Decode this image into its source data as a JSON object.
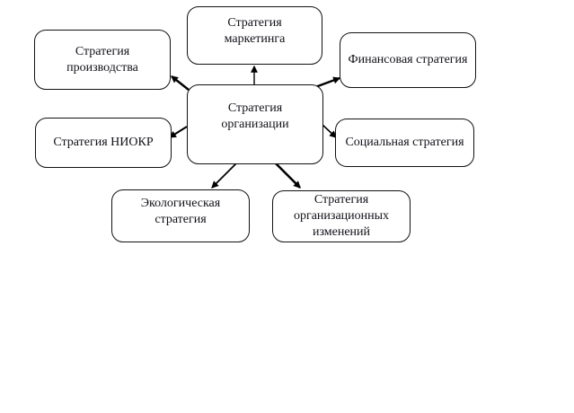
{
  "diagram": {
    "center_node": {
      "id": "org",
      "label": "Стратегия организации"
    },
    "nodes": [
      {
        "id": "marketing",
        "label": "Стратегия маркетинга"
      },
      {
        "id": "production",
        "label": "Стратегия производства"
      },
      {
        "id": "finance",
        "label": "Финансовая стратегия"
      },
      {
        "id": "rnd",
        "label": "Стратегия НИОКР"
      },
      {
        "id": "social",
        "label": "Социальная стратегия"
      },
      {
        "id": "ecology",
        "label": "Экологическая стратегия"
      },
      {
        "id": "orgchange",
        "label": "Стратегия организационных изменений"
      }
    ],
    "edges": [
      {
        "from": "org",
        "to": "marketing"
      },
      {
        "from": "org",
        "to": "production"
      },
      {
        "from": "org",
        "to": "finance"
      },
      {
        "from": "org",
        "to": "rnd"
      },
      {
        "from": "org",
        "to": "social"
      },
      {
        "from": "org",
        "to": "ecology"
      },
      {
        "from": "org",
        "to": "orgchange"
      }
    ],
    "colors": {
      "background": "#ffffff",
      "node_fill": "#ffffff",
      "node_border": "#111111",
      "text": "#111118",
      "arrow": "#000000"
    }
  }
}
